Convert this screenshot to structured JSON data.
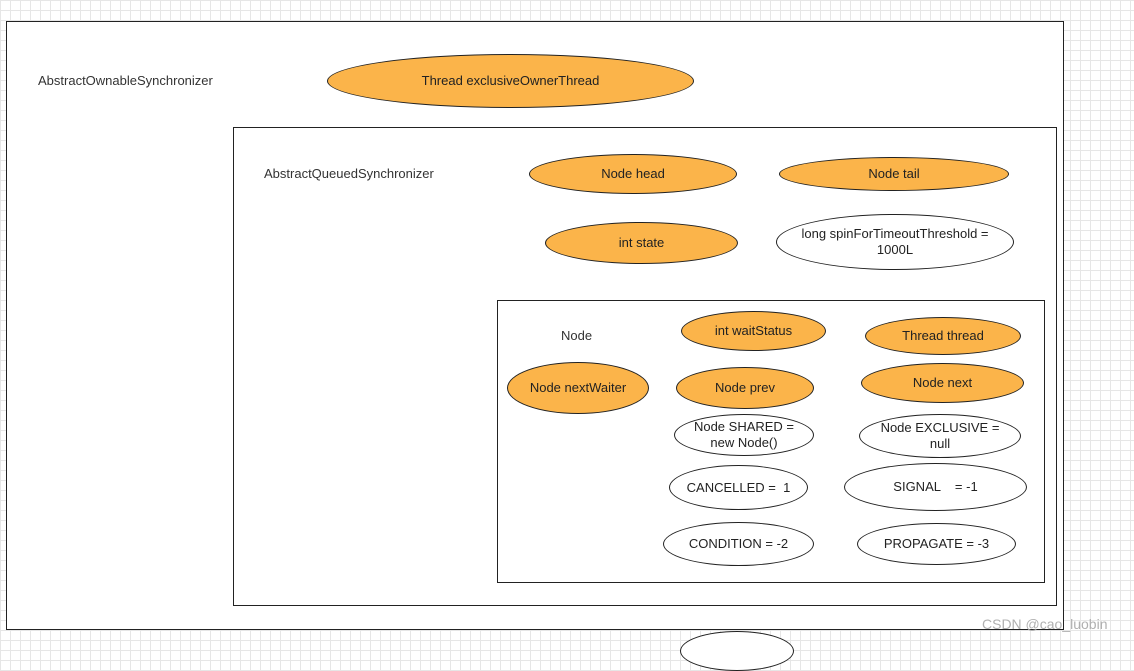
{
  "outer": {
    "label": "AbstractOwnableSynchronizer",
    "fields": {
      "owner_thread": "Thread exclusiveOwnerThread"
    }
  },
  "aqs": {
    "label": "AbstractQueuedSynchronizer",
    "fields": {
      "head": "Node head",
      "tail": "Node tail",
      "state": "int state",
      "spin": "long spinForTimeoutThreshold = 1000L"
    }
  },
  "node": {
    "label": "Node",
    "fields": {
      "wait_status": "int waitStatus",
      "thread": "Thread thread",
      "next_waiter": "Node nextWaiter",
      "prev": "Node prev",
      "next": "Node next",
      "shared": "Node SHARED = new Node()",
      "exclusive": "Node EXCLUSIVE = null",
      "cancelled": "CANCELLED =  1",
      "signal": "SIGNAL    = -1",
      "condition": "CONDITION = -2",
      "propagate": "PROPAGATE = -3"
    }
  },
  "colors": {
    "field_fill": "#fbb44a",
    "constant_fill": "#ffffff",
    "stroke": "#222222"
  },
  "watermark": "CSDN @cao_luobin"
}
